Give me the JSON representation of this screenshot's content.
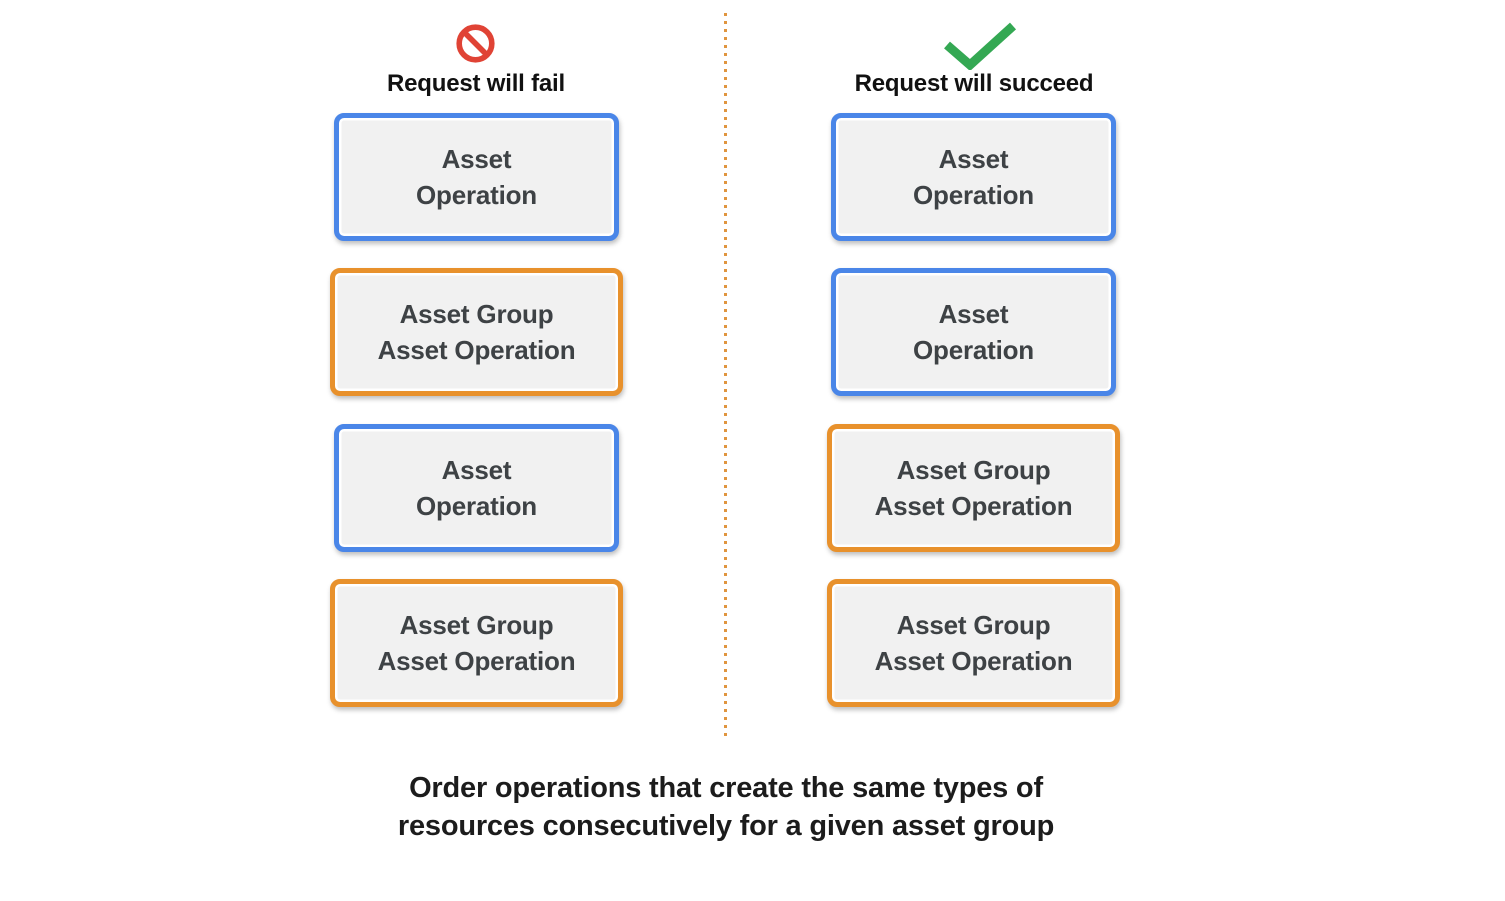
{
  "colors": {
    "canvas-bg": "#ffffff",
    "box-bg": "#f1f1f1",
    "box-text": "#3e4245",
    "blue": "#4a86e8",
    "orange": "#e8912c",
    "divider": "#e0953f",
    "red": "#e04335",
    "green": "#34a853",
    "heading": "#111111",
    "caption": "#1c1c1c"
  },
  "fail_column": {
    "icon": "prohibition-icon",
    "title": "Request will fail",
    "boxes": [
      {
        "type": "asset_operation",
        "label": "Asset\nOperation"
      },
      {
        "type": "asset_group_asset_operation",
        "label": "Asset Group\nAsset Operation"
      },
      {
        "type": "asset_operation",
        "label": "Asset\nOperation"
      },
      {
        "type": "asset_group_asset_operation",
        "label": "Asset Group\nAsset Operation"
      }
    ]
  },
  "succeed_column": {
    "icon": "checkmark-icon",
    "title": "Request will succeed",
    "boxes": [
      {
        "type": "asset_operation",
        "label": "Asset\nOperation"
      },
      {
        "type": "asset_operation",
        "label": "Asset\nOperation"
      },
      {
        "type": "asset_group_asset_operation",
        "label": "Asset Group\nAsset Operation"
      },
      {
        "type": "asset_group_asset_operation",
        "label": "Asset Group\nAsset Operation"
      }
    ]
  },
  "caption": "Order operations that create the same types of\nresources consecutively for a given asset group"
}
